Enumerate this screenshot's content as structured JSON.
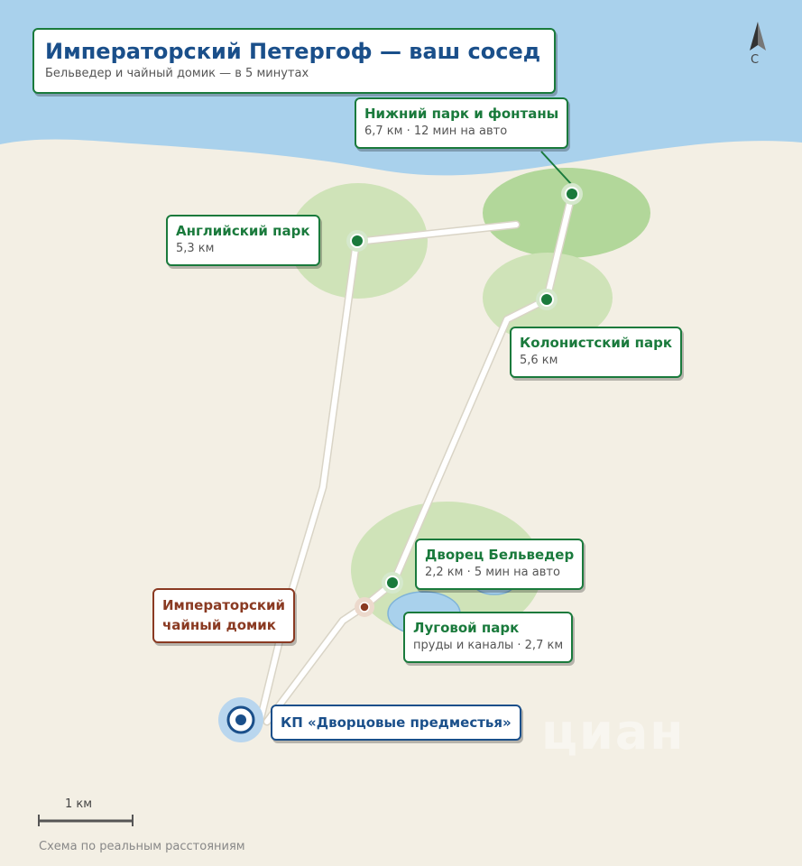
{
  "header": {
    "title": "Императорский Петергоф — ваш сосед",
    "subtitle": "Бельведер и чайный домик — в 5 минутах"
  },
  "compass": {
    "label": "С",
    "icon": "north-arrow-icon"
  },
  "places": {
    "lower_park": {
      "name": "Нижний парк и фонтаны",
      "detail": "6,7 км · 12 мин на авто"
    },
    "english_park": {
      "name": "Английский парк",
      "detail": "5,3 км"
    },
    "colonist_park": {
      "name": "Колонистский парк",
      "detail": "5,6 км"
    },
    "belvedere": {
      "name": "Дворец Бельведер",
      "detail": "2,2 км · 5 мин на авто"
    },
    "meadow_park": {
      "name": "Луговой парк",
      "detail": "пруды и каналы · 2,7 км"
    },
    "tea_house": {
      "line1": "Императорский",
      "line2": "чайный домик"
    },
    "home": {
      "name": "КП «Дворцовые предместья»"
    }
  },
  "scale": {
    "label": "1 км"
  },
  "footer": {
    "note": "Схема по реальным расстояниям"
  },
  "watermark": {
    "text": "циан",
    "sub": ""
  },
  "colors": {
    "water": "#a9d1ec",
    "land": "#f3efe4",
    "park": "#cfe3b8",
    "park_dark": "#b2d79a",
    "park_accent": "#1a7a3c",
    "home_accent": "#1a4f8a",
    "tea_accent": "#8a3a22"
  }
}
